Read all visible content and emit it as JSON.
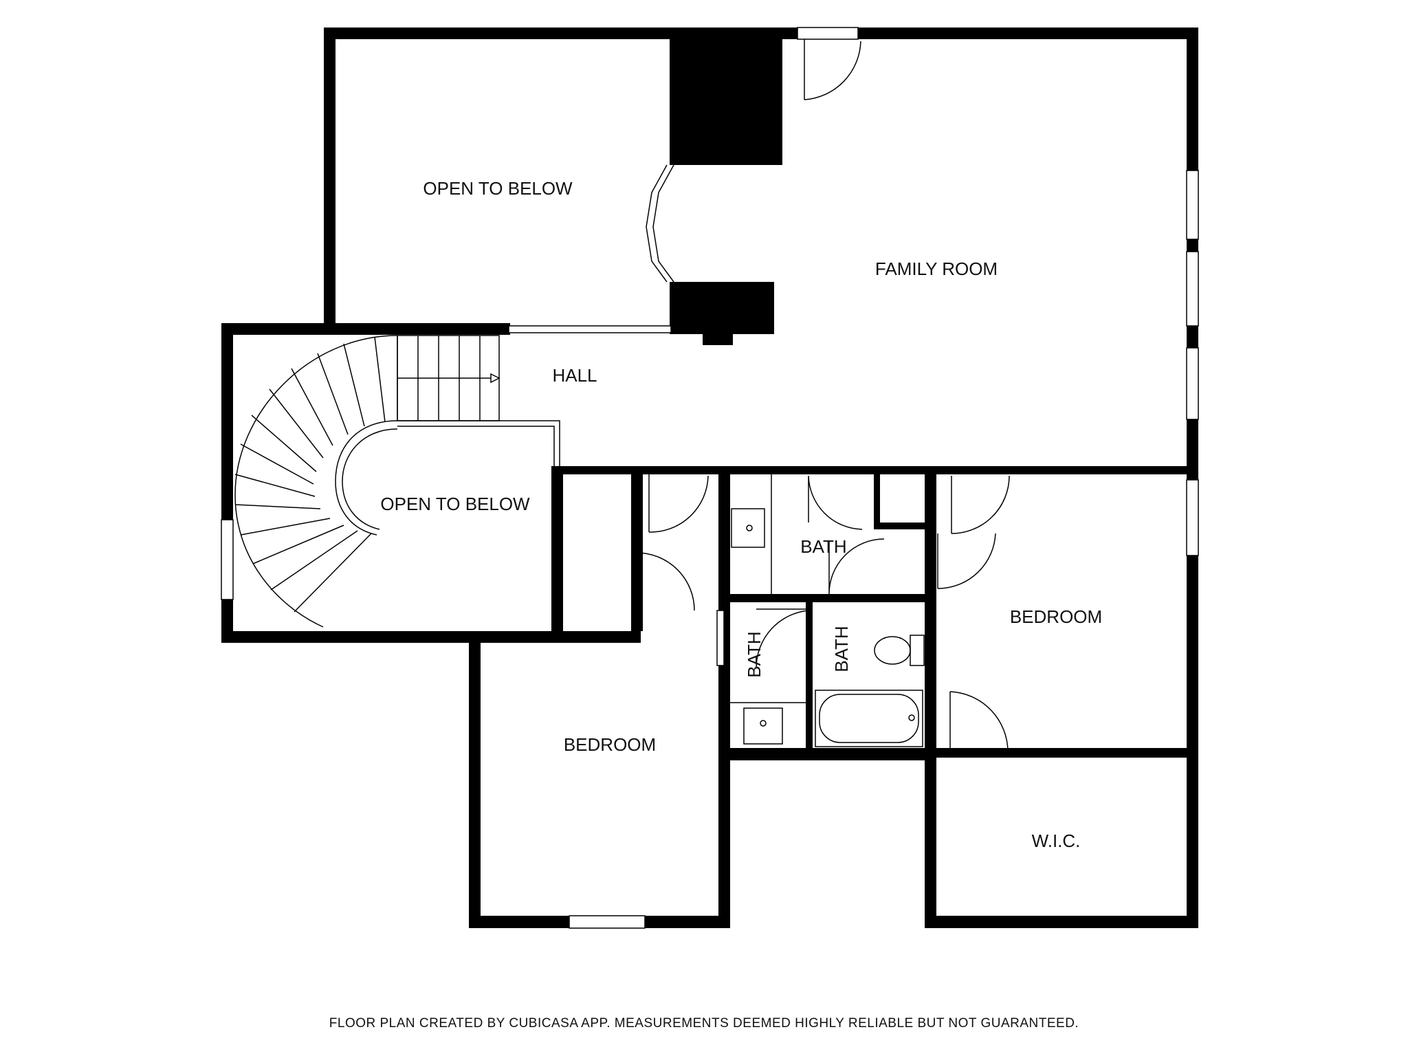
{
  "rooms": {
    "open_to_below_top": "OPEN TO BELOW",
    "family_room": "FAMILY ROOM",
    "hall": "HALL",
    "open_to_below_stair": "OPEN TO BELOW",
    "bath_upper": "BATH",
    "bath_left": "BATH",
    "bath_right": "BATH",
    "bedroom_right": "BEDROOM",
    "bedroom_left": "BEDROOM",
    "wic": "W.I.C."
  },
  "footer": "FLOOR PLAN CREATED BY CUBICASA APP. MEASUREMENTS DEEMED HIGHLY RELIABLE BUT NOT GUARANTEED."
}
